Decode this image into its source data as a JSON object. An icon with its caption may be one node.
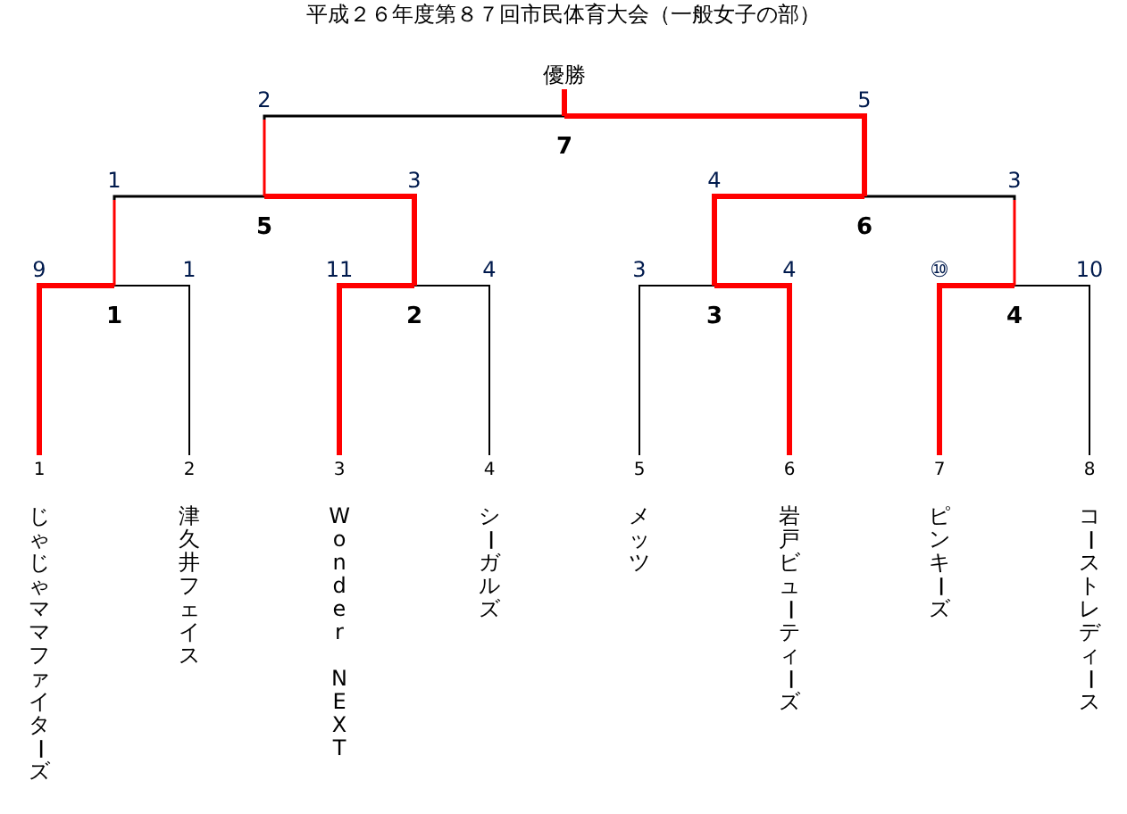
{
  "diagram": {
    "title": "平成２６年度第８７回市民体育大会（一般女子の部）",
    "nodes": [
      {
        "text": [
          "じゃじゃママファイターズ"
        ],
        "beside": [
          "1"
        ]
      },
      {
        "text": [
          "津久井フェイス"
        ],
        "beside": [
          "2"
        ]
      },
      {
        "text": [
          "Wonder NEXT"
        ],
        "beside": [
          "3"
        ]
      },
      {
        "text": [
          "シーガルズ"
        ],
        "beside": [
          "4"
        ]
      },
      {
        "text": [
          "メッツ"
        ],
        "beside": [
          "5"
        ]
      },
      {
        "text": [
          "岩戸ビューティーズ"
        ],
        "beside": [
          "6"
        ]
      },
      {
        "text": [
          "ピンキーズ"
        ],
        "beside": [
          "7"
        ]
      },
      {
        "text": [
          "コーストレディース"
        ],
        "beside": [
          "8"
        ]
      },
      {
        "text": [
          "1"
        ]
      },
      {
        "text": [
          "2"
        ]
      },
      {
        "text": [
          "3"
        ]
      },
      {
        "text": [
          "4"
        ]
      },
      {
        "text": [
          "5"
        ]
      },
      {
        "text": [
          "6"
        ]
      },
      {
        "text": [
          "7"
        ]
      },
      {
        "text": [
          "優勝"
        ]
      }
    ],
    "edges": [
      {
        "from": 0,
        "to": 8,
        "arrow": "none",
        "label": "9",
        "color": "#ff0000"
      },
      {
        "from": 1,
        "to": 8,
        "arrow": "none",
        "label": "1",
        "color": "#000000"
      },
      {
        "from": 2,
        "to": 9,
        "arrow": "none",
        "label": "11",
        "color": "#ff0000"
      },
      {
        "from": 3,
        "to": 9,
        "arrow": "none",
        "label": "4",
        "color": "#000000"
      },
      {
        "from": 4,
        "to": 10,
        "arrow": "none",
        "label": "3",
        "color": "#000000"
      },
      {
        "from": 5,
        "to": 10,
        "arrow": "none",
        "label": "4",
        "color": "#ff0000"
      },
      {
        "from": 6,
        "to": 11,
        "arrow": "none",
        "label": "⑩",
        "color": "#ff0000"
      },
      {
        "from": 7,
        "to": 11,
        "arrow": "none",
        "label": "10",
        "color": "#000000"
      },
      {
        "from": 8,
        "to": 12,
        "arrow": "none",
        "label": "1",
        "color": "#000000"
      },
      {
        "from": 9,
        "to": 12,
        "arrow": "none",
        "label": "3",
        "color": "#ff0000"
      },
      {
        "from": 10,
        "to": 13,
        "arrow": "none",
        "label": "4",
        "color": "#ff0000"
      },
      {
        "from": 11,
        "to": 13,
        "arrow": "none",
        "label": "3",
        "color": "#000000"
      },
      {
        "from": 12,
        "to": 14,
        "arrow": "none",
        "label": "2",
        "color": "#000000"
      },
      {
        "from": 13,
        "to": 14,
        "arrow": "none",
        "label": "5",
        "color": "#ff0000"
      },
      {
        "from": 14,
        "to": 15,
        "arrow": "none",
        "color": "#ff0000"
      }
    ]
  }
}
